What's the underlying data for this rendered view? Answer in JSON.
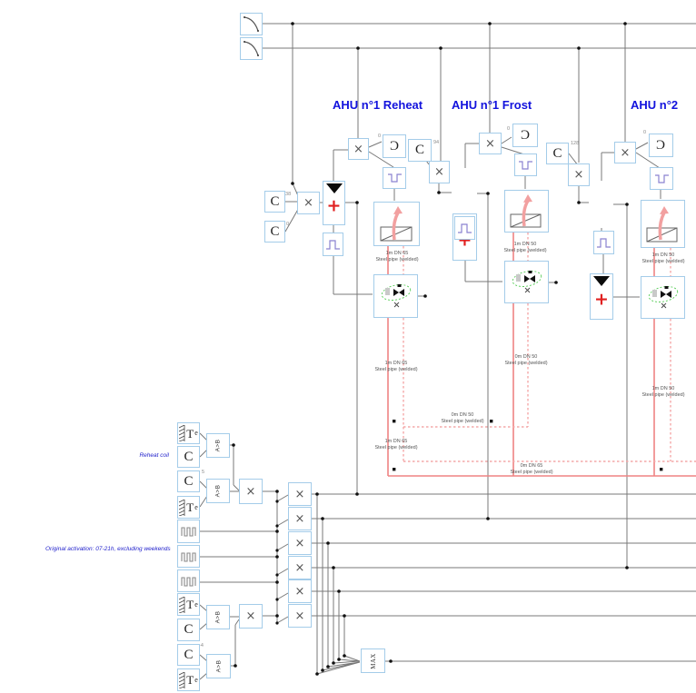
{
  "titles": {
    "ahu1_reheat": "AHU n°1 Reheat",
    "ahu1_frost": "AHU n°1 Frost",
    "ahu2": "AHU n°2"
  },
  "annotations": {
    "reheat_coil": "Reheat coil",
    "activation": "Original activation: 07-21h, excluding weekends"
  },
  "glyphs": {
    "constant": "C",
    "multiply": "×",
    "plus": "+",
    "temp_main": "T",
    "temp_sub": "e",
    "compare": "A>B",
    "max": "MAX"
  },
  "params": {
    "switch_high": "138",
    "switch_low": "0",
    "reheat_zero": "0",
    "reheat_gain": "94",
    "frost_zero": "0",
    "frost_gain": "128",
    "ahu2_zero": "0",
    "c_five": "5",
    "c_minus_four": "-4"
  },
  "pipes": [
    {
      "l1": "1m DN 65",
      "l2": "Steel pipe (welded)"
    },
    {
      "l1": "1m DN 50",
      "l2": "Steel pipe (welded)"
    },
    {
      "l1": "1m DN 50",
      "l2": "Steel pipe (welded)"
    },
    {
      "l1": "1m DN 65",
      "l2": "Steel pipe (welded)"
    },
    {
      "l1": "0m DN 50",
      "l2": "Steel pipe (welded)"
    },
    {
      "l1": "0m DN 50",
      "l2": "Steel pipe (welded)"
    },
    {
      "l1": "1m DN 65",
      "l2": "Steel pipe (welded)"
    },
    {
      "l1": "0m DN 65",
      "l2": "Steel pipe (welded)"
    },
    {
      "l1": "1m DN 50",
      "l2": "Steel pipe (welded)"
    }
  ],
  "colors": {
    "block_border": "#a4cce9",
    "title_blue": "#1212dd",
    "annotation_blue": "#2323cc",
    "line_gray": "#787878",
    "pipe_supply_red": "#ef8484",
    "pipe_return_pink": "#f4a8a8",
    "plus_red": "#e02020",
    "pulse_purple": "#8a82d0",
    "valve_green": "#55cc55"
  }
}
